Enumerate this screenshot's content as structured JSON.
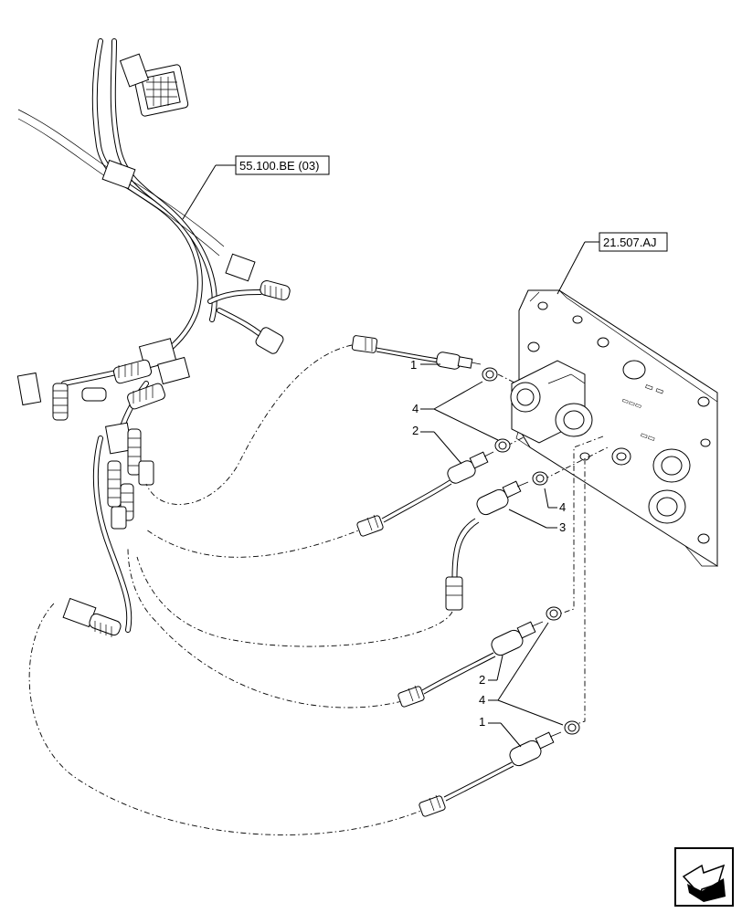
{
  "references": {
    "harness": "55.100.BE (03)",
    "plate": "21.507.AJ"
  },
  "callouts": [
    {
      "id": "c1a",
      "label": "1"
    },
    {
      "id": "c4a",
      "label": "4"
    },
    {
      "id": "c2a",
      "label": "2"
    },
    {
      "id": "c4b",
      "label": "4"
    },
    {
      "id": "c3",
      "label": "3"
    },
    {
      "id": "c2b",
      "label": "2"
    },
    {
      "id": "c4c",
      "label": "4"
    },
    {
      "id": "c1b",
      "label": "1"
    }
  ],
  "nav": {
    "icon": "page-navigation-arrow-icon"
  }
}
